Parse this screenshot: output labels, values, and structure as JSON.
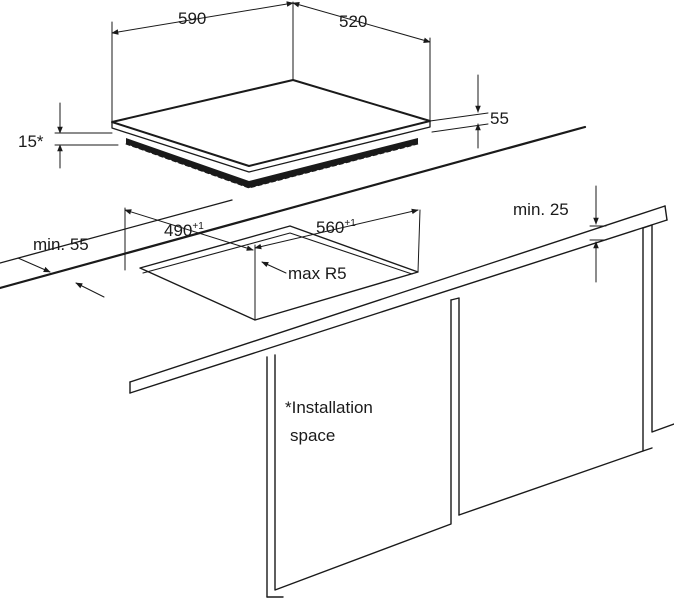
{
  "diagram": {
    "dimensions": {
      "hob_width": "590",
      "hob_depth": "520",
      "hob_height": "55",
      "hob_clearance": "15*",
      "cutout_width": "560",
      "cutout_width_tol": "+1",
      "cutout_depth": "490",
      "cutout_depth_tol": "+1",
      "corner_radius": "max R5",
      "min_front": "min. 55",
      "min_rear": "min. 25"
    },
    "note": {
      "line1": "*Installation",
      "line2": "space"
    },
    "colors": {
      "line": "#1a1a1a",
      "background": "#ffffff"
    }
  }
}
